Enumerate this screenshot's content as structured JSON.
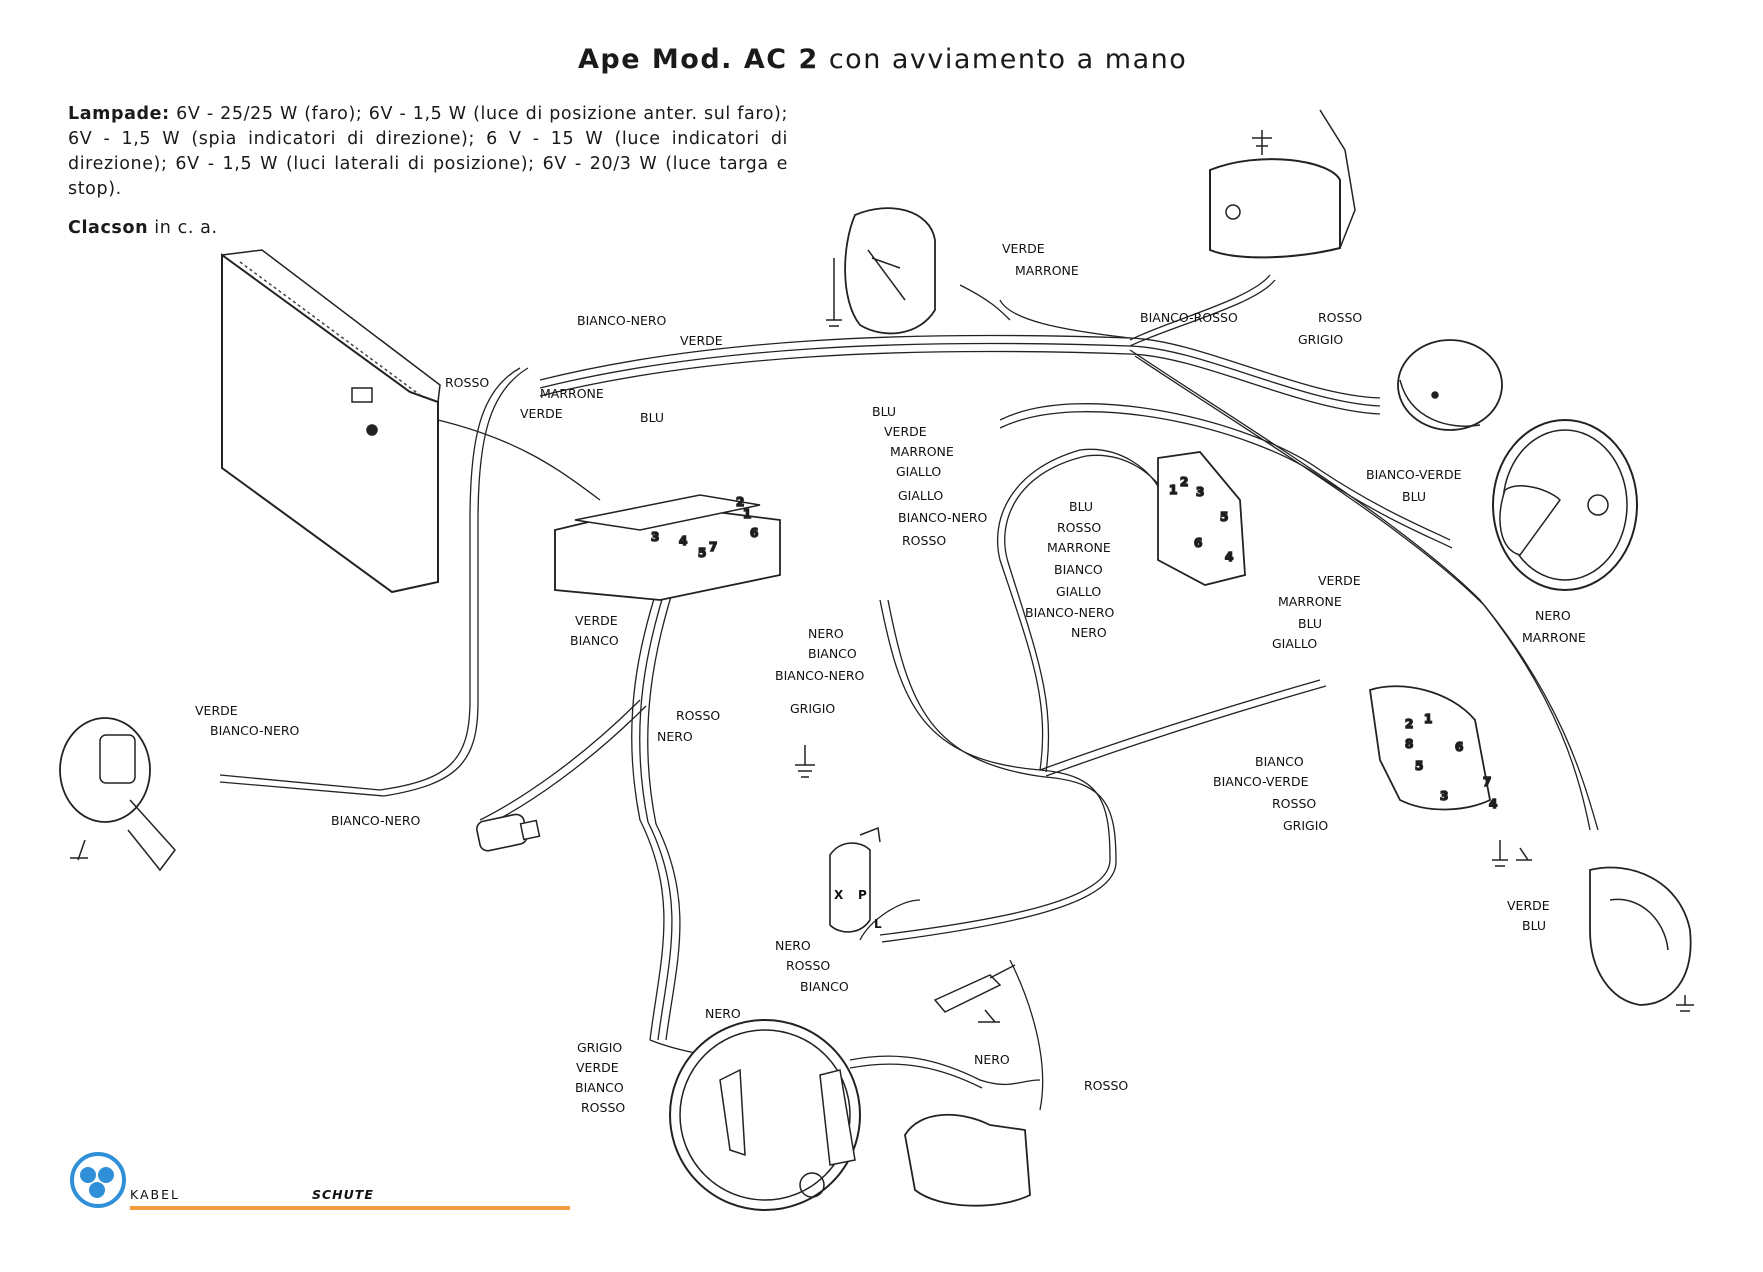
{
  "title": {
    "part1": "Ape Mod. AC 2",
    "part2": "con avviamento a mano"
  },
  "notes": {
    "lampade_label": "Lampade:",
    "lampade_text": "6V - 25/25 W (faro); 6V - 1,5 W (luce di posizione anter. sul faro); 6V - 1,5 W (spia indicatori di direzione); 6 V - 15 W (luce indicatori di direzione); 6V - 1,5 W (luci laterali di posizione); 6V - 20/3 W (luce targa e stop).",
    "clacson_label": "Clacson",
    "clacson_text": "in c. a."
  },
  "logo": {
    "text_part1": "KABEL",
    "text_part2": "SCHUTE",
    "colors": {
      "blue": "#2f8fd8",
      "orange": "#f39c3d"
    }
  },
  "labels": {
    "battery_rosso": "ROSSO",
    "top_bianco_nero": "BIANCO-NERO",
    "top_verde": "VERDE",
    "left_marrone": "MARRONE",
    "left_verde": "VERDE",
    "left_blu": "BLU",
    "bundle_blu": "BLU",
    "bundle_verde": "VERDE",
    "bundle_marrone": "MARRONE",
    "bundle_giallo1": "GIALLO",
    "bundle_giallo2": "GIALLO",
    "bundle_bianco_nero": "BIANCO-NERO",
    "bundle_rosso": "ROSSO",
    "stop_verde": "VERDE",
    "stop_marrone": "MARRONE",
    "horn_bianco_rosso": "BIANCO-ROSSO",
    "rear_rosso": "ROSSO",
    "rear_grigio": "GRIGIO",
    "head_bianco_verde": "BIANCO-VERDE",
    "head_blu": "BLU",
    "head_nero": "NERO",
    "head_marrone": "MARRONE",
    "sw_blu": "BLU",
    "sw_rosso": "ROSSO",
    "sw_marrone": "MARRONE",
    "sw_bianco": "BIANCO",
    "sw_giallo": "GIALLO",
    "sw_bianco_nero": "BIANCO-NERO",
    "sw_nero": "NERO",
    "reg_verde_bianco_1": "VERDE",
    "reg_verde_bianco_2": "BIANCO",
    "reg_nero": "NERO",
    "reg_bianco": "BIANCO",
    "reg_bianco_nero": "BIANCO-NERO",
    "reg_rosso": "ROSSO",
    "reg_nero2": "NERO",
    "reg_grigio": "GRIGIO",
    "ls_verde": "VERDE",
    "ls_bianco_nero": "BIANCO-NERO",
    "neutral_bianco_nero": "BIANCO-NERO",
    "ign_verde": "VERDE",
    "ign_marrone": "MARRONE",
    "ign_blu": "BLU",
    "ign_giallo": "GIALLO",
    "ign_bianco": "BIANCO",
    "ign_bianco_verde": "BIANCO-VERDE",
    "ign_rosso": "ROSSO",
    "ign_grigio": "GRIGIO",
    "tail_verde": "VERDE",
    "tail_blu": "BLU",
    "coil_nero": "NERO",
    "coil_rosso": "ROSSO",
    "coil_bianco": "BIANCO",
    "coil_x": "X",
    "coil_p": "P",
    "coil_l": "L",
    "mag_nero": "NERO",
    "mag_grigio": "GRIGIO",
    "mag_verde": "VERDE",
    "mag_bianco": "BIANCO",
    "mag_rosso": "ROSSO",
    "plug_nero": "NERO",
    "plug_rosso": "ROSSO"
  },
  "terminal_numbers": {
    "reg": [
      "1",
      "2",
      "3",
      "4",
      "5",
      "6",
      "7"
    ],
    "sw": [
      "1",
      "2",
      "3",
      "4",
      "5",
      "6"
    ],
    "ign": [
      "1",
      "2",
      "3",
      "4",
      "5",
      "6",
      "7",
      "8"
    ]
  }
}
